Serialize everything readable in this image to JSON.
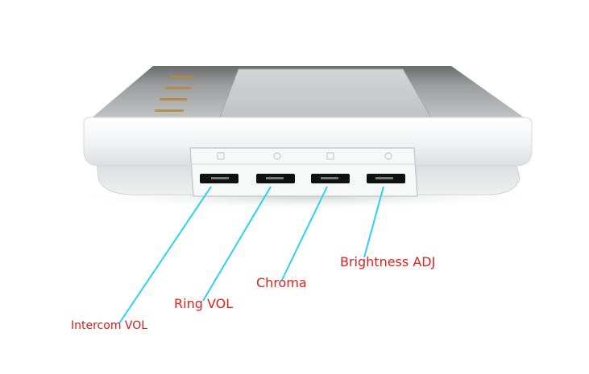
{
  "image": {
    "subject": "intercom monitor underside control panel",
    "device_color": "#f4f5f5",
    "screen_color": "#c7c9cb",
    "pointer_line_color": "#2fd0f0",
    "label_color": "#d8231f"
  },
  "callouts": [
    {
      "id": "intercom-vol",
      "text": "Intercom VOL"
    },
    {
      "id": "ring-vol",
      "text": "Ring VOL"
    },
    {
      "id": "chroma",
      "text": "Chroma"
    },
    {
      "id": "brightness-adj",
      "text": "Brightness ADJ"
    }
  ]
}
